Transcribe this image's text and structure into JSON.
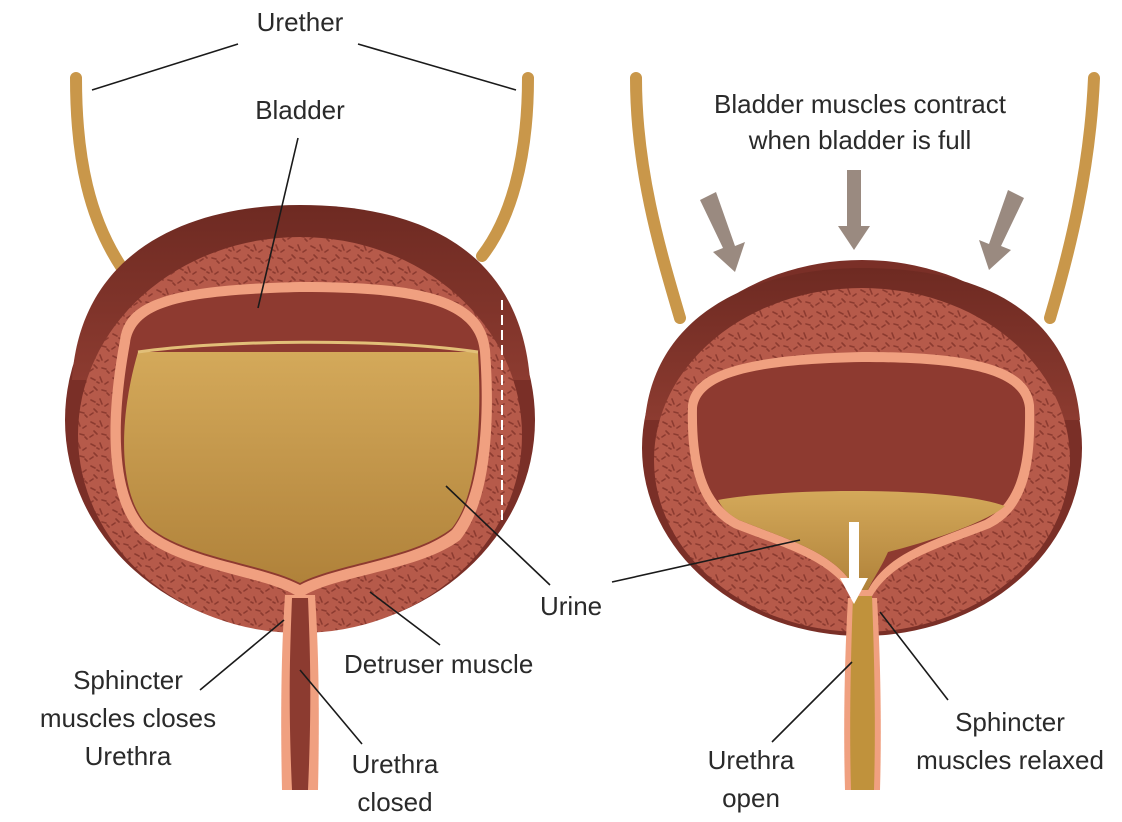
{
  "labels": {
    "urether": "Urether",
    "bladder": "Bladder",
    "caption_line1": "Bladder muscles contract",
    "caption_line2": "when bladder is full",
    "urine": "Urine",
    "detruser": "Detruser muscle",
    "sphincter_closed_line1": "Sphincter",
    "sphincter_closed_line2": "muscles closes",
    "sphincter_closed_line3": "Urethra",
    "urethra_closed_line1": "Urethra",
    "urethra_closed_line2": "closed",
    "urethra_open_line1": "Urethra",
    "urethra_open_line2": "open",
    "sphincter_relaxed_line1": "Sphincter",
    "sphincter_relaxed_line2": "muscles relaxed"
  },
  "colors": {
    "ureter": "#c9974a",
    "bladder_outer": "#7a2f27",
    "muscle_wall": "#b65a4a",
    "lining": "#f0a080",
    "cavity": "#8e3a30",
    "urine": "#c0923c",
    "arrow": "#9a8a80"
  }
}
